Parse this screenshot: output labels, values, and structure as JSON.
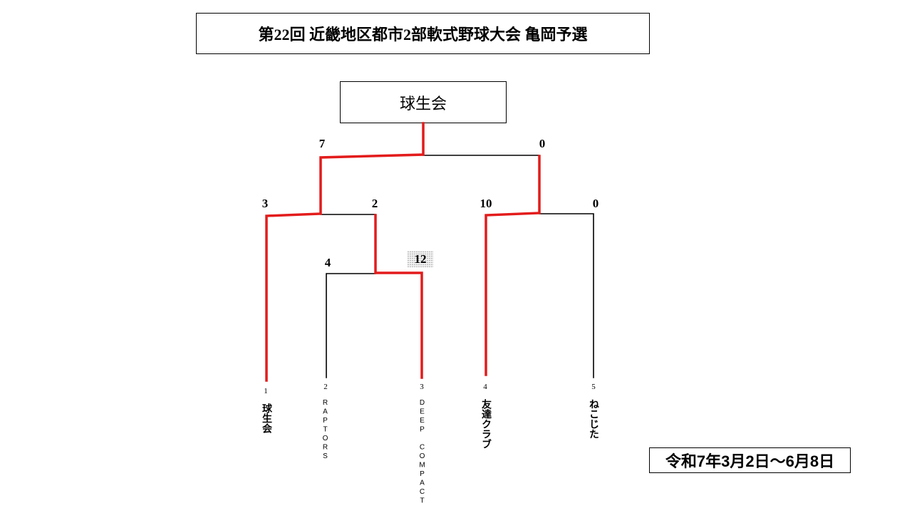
{
  "title": "第22回 近畿地区都市2部軟式野球大会 亀岡予選",
  "champion": "球生会",
  "date_range": "令和7年3月2日～6月8日",
  "teams": [
    {
      "seed": "1",
      "name": "球生会"
    },
    {
      "seed": "2",
      "name": "RAPTORS"
    },
    {
      "seed": "3",
      "name": "DEEP COMPACT"
    },
    {
      "seed": "4",
      "name": "友達クラブ"
    },
    {
      "seed": "5",
      "name": "ねこじた"
    }
  ],
  "matches": {
    "first_round": {
      "left_score": "4",
      "right_score": "12"
    },
    "semi_left": {
      "left_score": "3",
      "right_score": "2"
    },
    "semi_right": {
      "left_score": "10",
      "right_score": "0"
    },
    "final": {
      "left_score": "7",
      "right_score": "0"
    }
  },
  "colors": {
    "winner_line": "#e31b1b",
    "loser_line": "#000000"
  }
}
